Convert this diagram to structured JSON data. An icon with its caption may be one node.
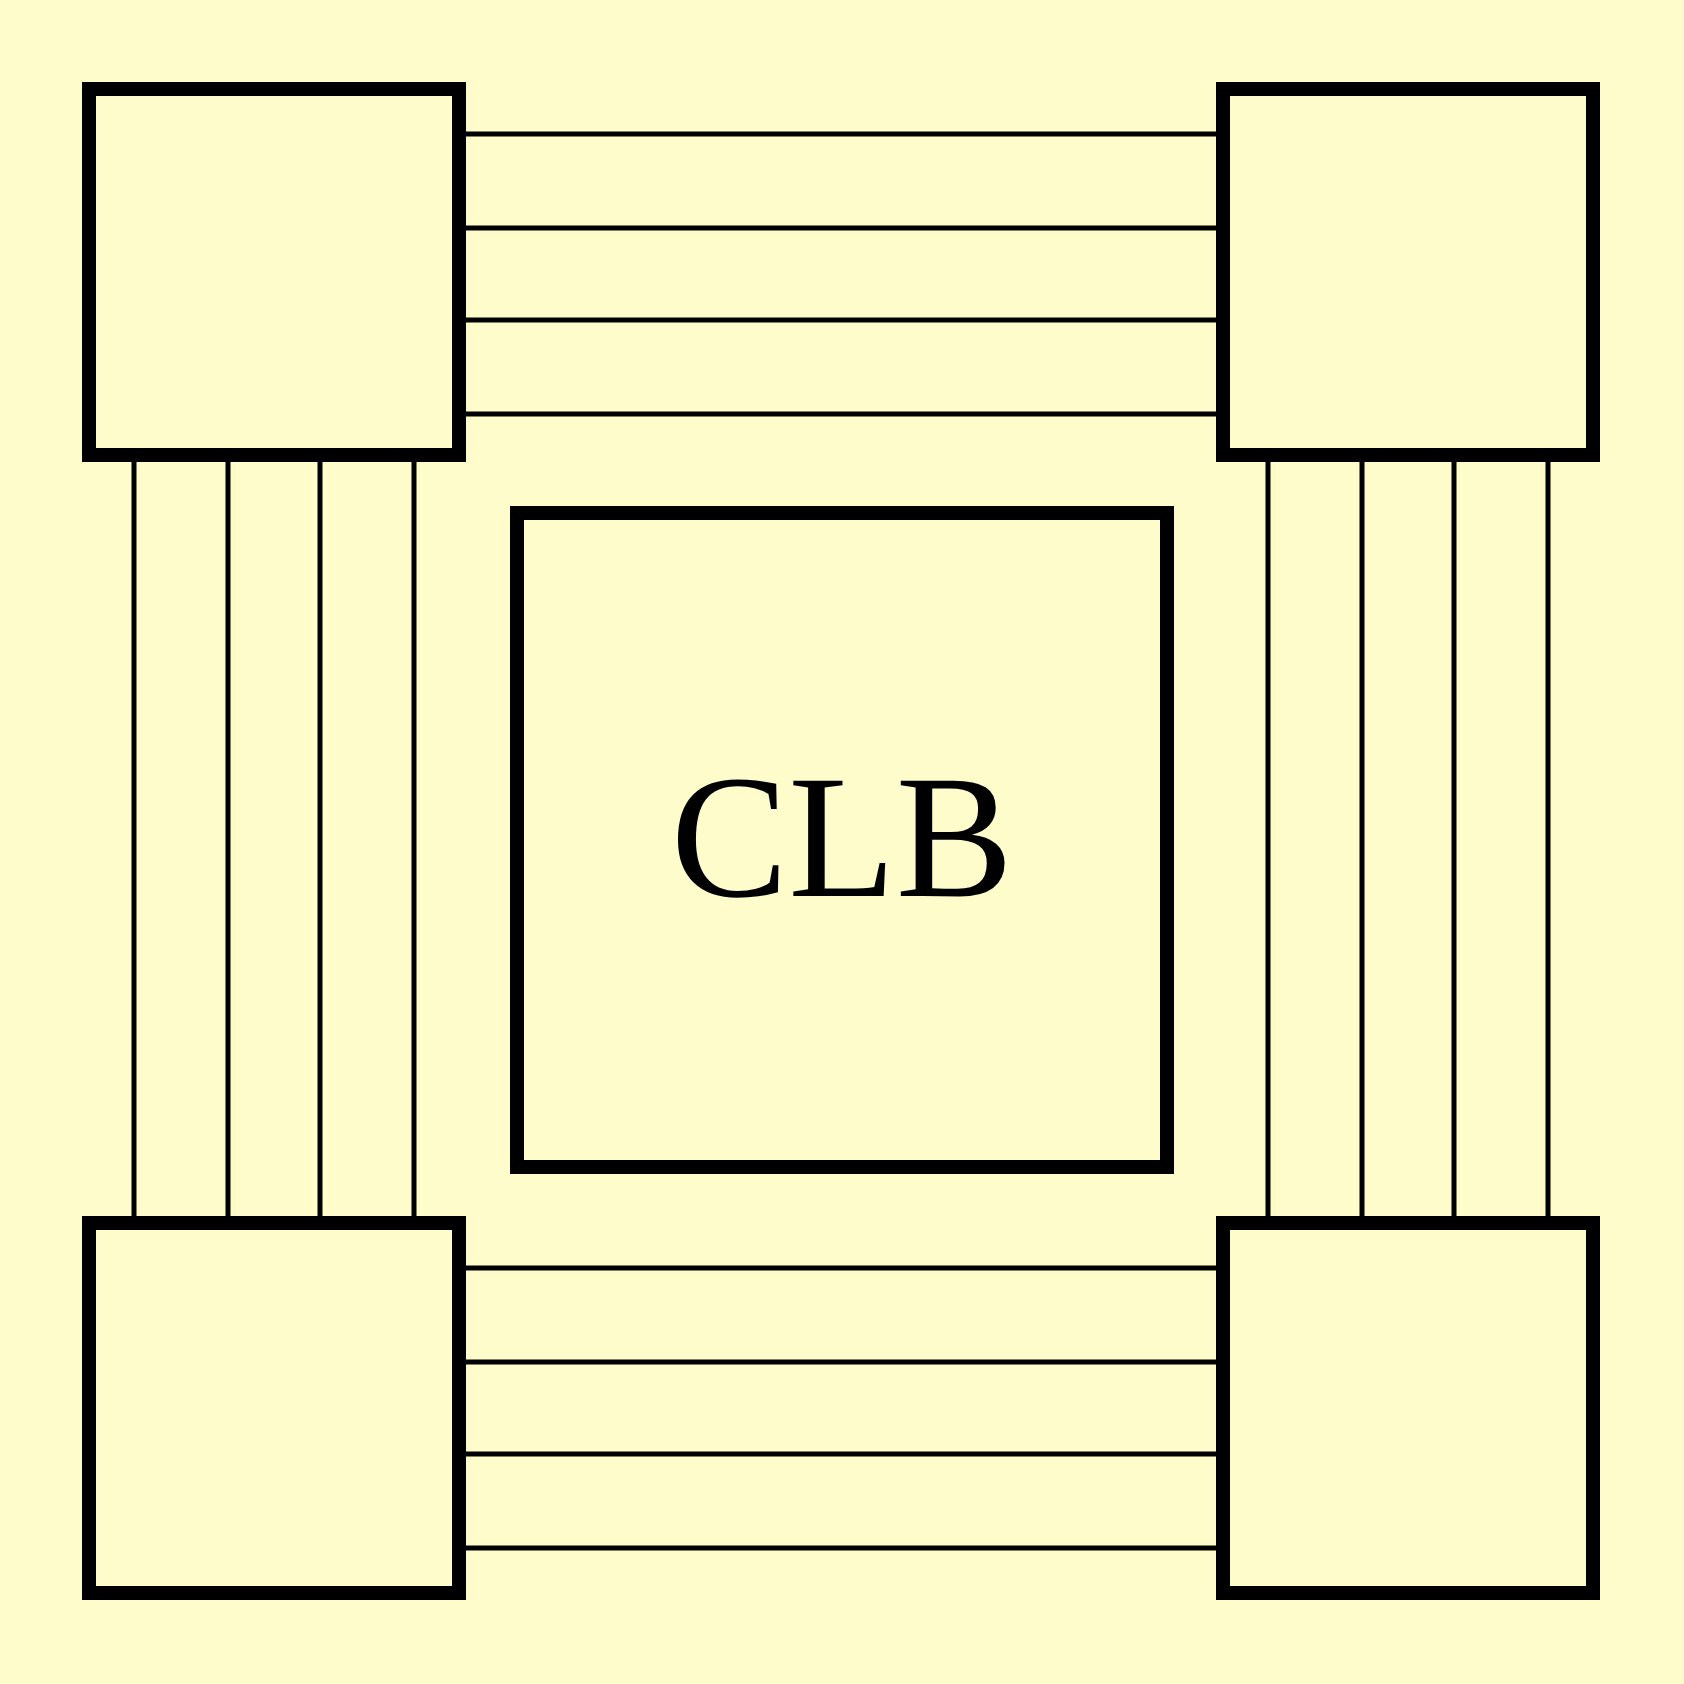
{
  "diagram": {
    "nodes": [
      {
        "text": [],
        "shape": "box"
      },
      {
        "text": [],
        "shape": "box"
      },
      {
        "text": [
          "CLB"
        ]
      },
      {
        "text": [],
        "shape": "box"
      },
      {
        "text": [],
        "shape": "box"
      }
    ],
    "edges": [
      {
        "from": 0,
        "to": 1,
        "arrow": "none"
      },
      {
        "from": 0,
        "to": 1,
        "arrow": "none"
      },
      {
        "from": 0,
        "to": 1,
        "arrow": "none"
      },
      {
        "from": 0,
        "to": 1,
        "arrow": "none"
      },
      {
        "from": 0,
        "to": 3,
        "arrow": "none"
      },
      {
        "from": 0,
        "to": 3,
        "arrow": "none"
      },
      {
        "from": 0,
        "to": 3,
        "arrow": "none"
      },
      {
        "from": 0,
        "to": 3,
        "arrow": "none"
      },
      {
        "from": 1,
        "to": 4,
        "arrow": "none"
      },
      {
        "from": 1,
        "to": 4,
        "arrow": "none"
      },
      {
        "from": 1,
        "to": 4,
        "arrow": "none"
      },
      {
        "from": 1,
        "to": 4,
        "arrow": "none"
      },
      {
        "from": 3,
        "to": 4,
        "arrow": "none"
      },
      {
        "from": 3,
        "to": 4,
        "arrow": "none"
      },
      {
        "from": 3,
        "to": 4,
        "arrow": "none"
      },
      {
        "from": 3,
        "to": 4,
        "arrow": "none"
      }
    ]
  }
}
